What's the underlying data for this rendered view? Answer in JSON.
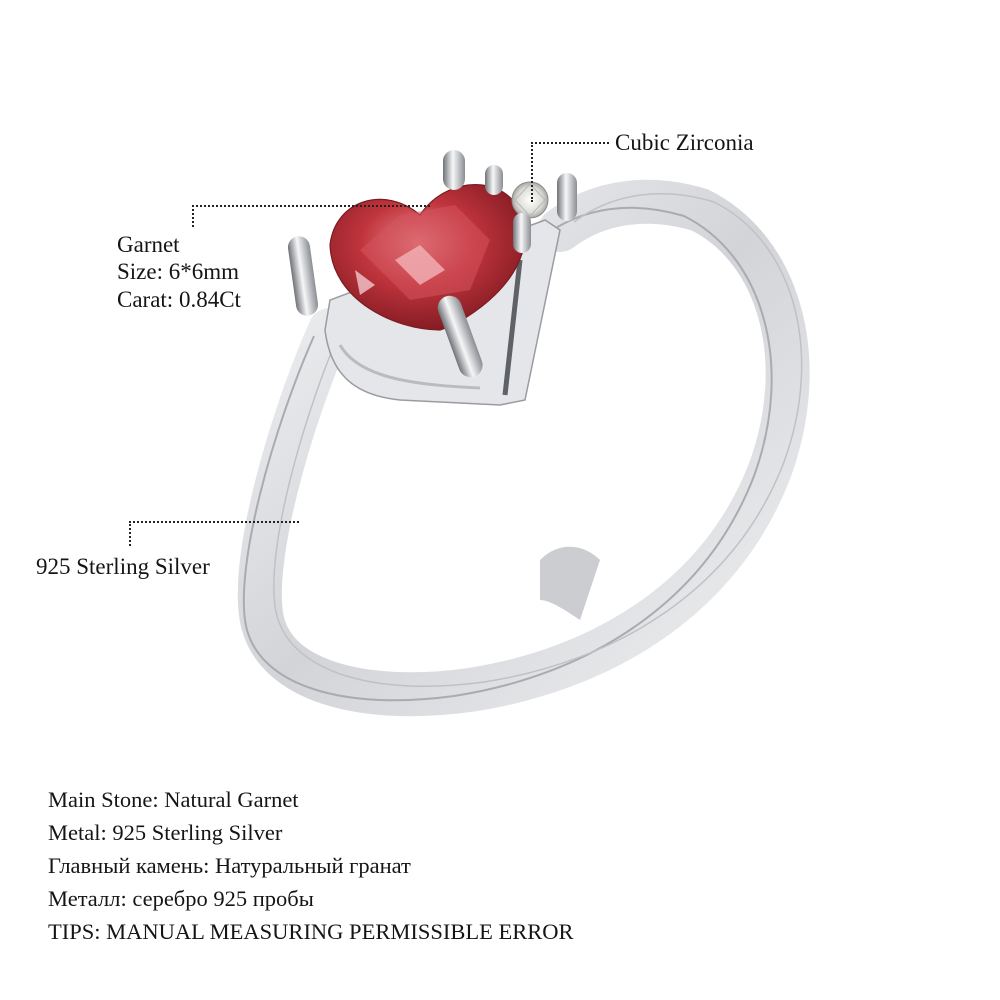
{
  "product": {
    "type": "heart garnet ring",
    "colors": {
      "background": "#ffffff",
      "garnet": "#b3262e",
      "garnet_highlight": "#e07a84",
      "silver": "#d9dadd",
      "silver_shadow": "#8f9196",
      "text": "#151515"
    }
  },
  "callouts": {
    "cubic_zirconia": {
      "label": "Cubic Zirconia"
    },
    "garnet": {
      "name": "Garnet",
      "size": "Size: 6*6mm",
      "carat": "Carat: 0.84Ct"
    },
    "metal": {
      "label": "925 Sterling Silver"
    }
  },
  "specs": [
    "Main Stone: Natural Garnet",
    "Metal: 925 Sterling Silver",
    "Главный камень: Натуральный гранат",
    "Металл: серебро 925 пробы",
    "TIPS: MANUAL MEASURING PERMISSIBLE ERROR"
  ]
}
